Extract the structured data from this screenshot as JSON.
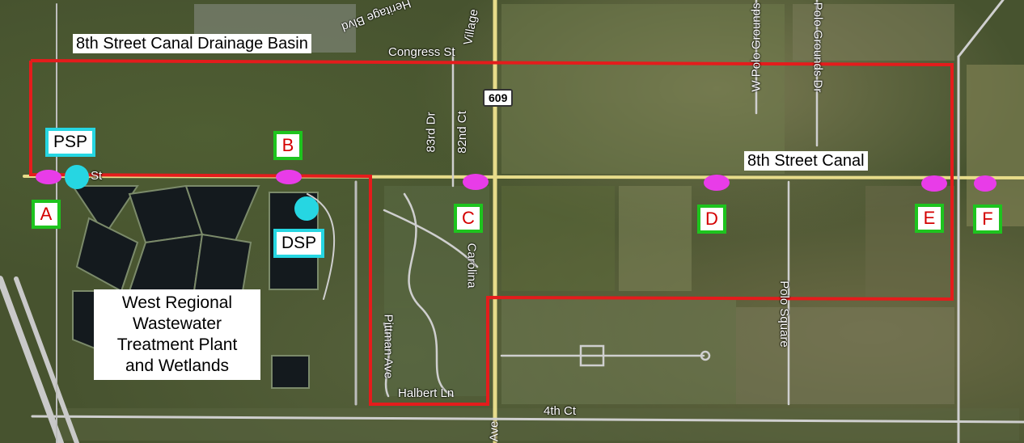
{
  "title": "8th Street Canal Drainage Basin",
  "canal_label": "8th Street Canal",
  "plant_label": [
    "West Regional",
    "Wastewater",
    "Treatment Plant",
    "and Wetlands"
  ],
  "sampling_points": {
    "letters": [
      "A",
      "B",
      "C",
      "D",
      "E",
      "F"
    ],
    "psp": "PSP",
    "dsp": "DSP"
  },
  "roads": {
    "route": "609",
    "st": "St",
    "congress": "Congress St",
    "dr83": "83rd Dr",
    "ct82": "82nd Ct",
    "village": "Village",
    "heritage": "Heritage Blvd",
    "polo_w": "W Polo Grounds",
    "polo_grounds": "Polo Grounds Dr",
    "polo_square": "Polo Square",
    "carolina": "Carolina",
    "pittman": "Pittman Ave",
    "halbert": "Halbert Ln",
    "ct4": "4th Ct",
    "ave": "Ave"
  },
  "colors": {
    "basin_outline": "#e41c1c",
    "letter_box_border": "#1ec41e",
    "letter_text": "#d40000",
    "station_box_border": "#26d6e2",
    "station_marker": "#26d6e2",
    "canal_point": "#e83ce8",
    "road": "#e7dc8a"
  }
}
